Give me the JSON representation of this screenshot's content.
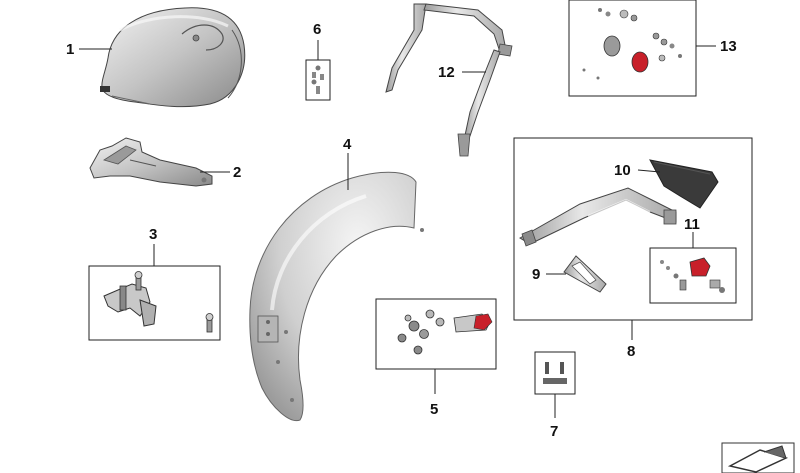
{
  "callouts": {
    "c1": "1",
    "c2": "2",
    "c3": "3",
    "c4": "4",
    "c5": "5",
    "c6": "6",
    "c7": "7",
    "c8": "8",
    "c9": "9",
    "c10": "10",
    "c11": "11",
    "c12": "12",
    "c13": "13"
  },
  "parts": {
    "p1": "fuel-tank",
    "p2": "tank-bracket",
    "p3": "mounting-bracket-kit",
    "p4": "rear-fender",
    "p5": "fastener-kit-with-reflector",
    "p6": "screw-set",
    "p7": "adhesive-pads",
    "p8": "license-plate-holder-kit",
    "p9": "bracket",
    "p10": "license-plate-base",
    "p11": "lamp-kit",
    "p12": "grab-handle",
    "p13": "small-parts-kit-with-reflector"
  },
  "colors": {
    "part_light": "#e2e2e2",
    "part_mid": "#b4b4b4",
    "part_dark": "#6e6e6e",
    "line": "#222222",
    "reflector_red": "#c8202a",
    "plate_dark": "#3a3a3a"
  }
}
